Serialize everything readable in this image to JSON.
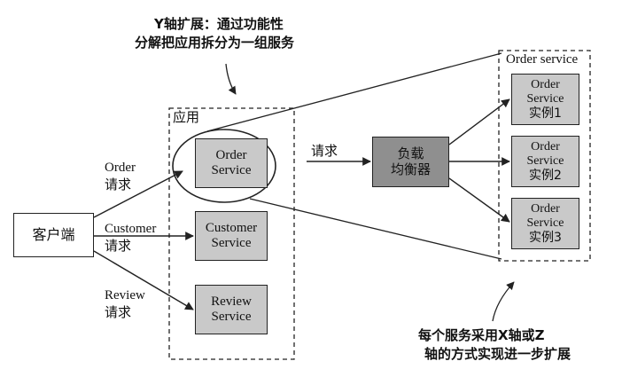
{
  "top_note": {
    "line1": "Y轴扩展：通过功能性",
    "line2": "分解把应用拆分为一组服务"
  },
  "bottom_note": {
    "line1": "每个服务采用X轴或Z",
    "line2": "轴的方式实现进一步扩展"
  },
  "client": {
    "label": "客户端"
  },
  "app_group": {
    "label": "应用"
  },
  "order_group": {
    "label": "Order service"
  },
  "services": {
    "order": {
      "line1": "Order",
      "line2": "Service"
    },
    "customer": {
      "line1": "Customer",
      "line2": "Service"
    },
    "review": {
      "line1": "Review",
      "line2": "Service"
    }
  },
  "requests": {
    "order": {
      "line1": "Order",
      "line2": "请求"
    },
    "customer": {
      "line1": "Customer",
      "line2": "请求"
    },
    "review": {
      "line1": "Review",
      "line2": "请求"
    },
    "lb": "请求"
  },
  "load_balancer": {
    "line1": "负载",
    "line2": "均衡器"
  },
  "instances": [
    {
      "line1": "Order",
      "line2": "Service",
      "line3": "实例1"
    },
    {
      "line1": "Order",
      "line2": "Service",
      "line3": "实例2"
    },
    {
      "line1": "Order",
      "line2": "Service",
      "line3": "实例3"
    }
  ],
  "colors": {
    "service_fill": "#c9c9c9",
    "load_balancer_fill": "#8f8f8f",
    "stroke": "#222222"
  }
}
